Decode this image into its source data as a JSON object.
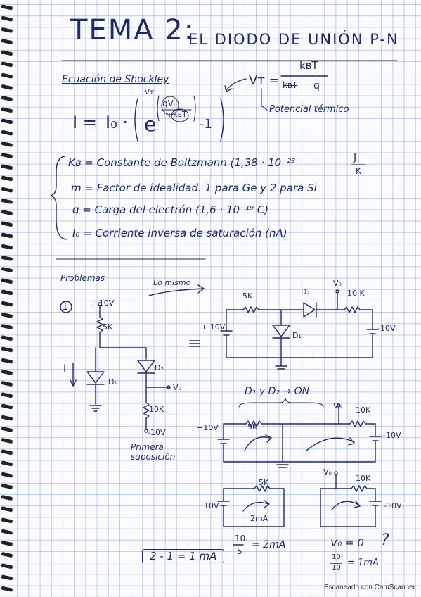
{
  "page": {
    "title": "TEMA 2:",
    "subtitle": "EL DIODO DE UNIÓN P-N",
    "footer": "Escaneado con CamScanner"
  },
  "shockley": {
    "heading": "Ecuación de Shockley",
    "lhs": "I =",
    "i0": "I₀ ·",
    "e": "e",
    "exp_num": "qV₀",
    "exp_den": "m·kʙT",
    "exp_vt": "Vᴛ",
    "tail": "-1",
    "vt_lhs": "Vᴛ =",
    "vt_num": "kʙT",
    "vt_den": "kʙT",
    "vt_den_q": "q",
    "vt_note": "Potencial térmico"
  },
  "definitions": {
    "kb": "Kʙ = Constante de Boltzmann (1,38 · 10⁻²³",
    "kb_unit_num": "J",
    "kb_unit_den": "K",
    "m": "m = Factor de idealidad. 1 para Ge y 2 para Si",
    "q": "q = Carga del electrón (1,6 · 10⁻¹⁹ C)",
    "i0": "I₀ = Corriente inversa de saturación (nA)"
  },
  "problems": {
    "heading": "Problemas",
    "same_note": "Lo mismo",
    "number": "1",
    "plus10": "+ 10V",
    "r5k": "5K",
    "current_I": "I",
    "d1": "D₁",
    "d2": "D₂",
    "v0": "V₀",
    "r10k": "10K",
    "minus10": "-10V",
    "first_assumption": "Primera suposición",
    "circ_5k": "5K",
    "circ_10k": "10 K",
    "circ_plus10": "+ 10V",
    "circ_minus10": "-10V",
    "d1d2_on": "D₁ y D₂ → ON",
    "on_v0": "V₀",
    "on_10k": "10K",
    "on_5k": "5K",
    "on_plus10": "+10V",
    "on_minus10": "-10V",
    "l_5k": "5K",
    "l_10v": "10V",
    "l_2ma": "2mA",
    "r_v0": "V₀",
    "r_10k": "10K",
    "r_10v": "-10V",
    "result_box": "2 - 1 = 1 mA",
    "frac1_num": "10",
    "frac1_den": "5",
    "frac1_val": "= 2mA",
    "v0_zero": "V₀ = 0",
    "question": "?",
    "frac2_num": "10",
    "frac2_den": "10",
    "frac2_val": "= 1mA"
  }
}
